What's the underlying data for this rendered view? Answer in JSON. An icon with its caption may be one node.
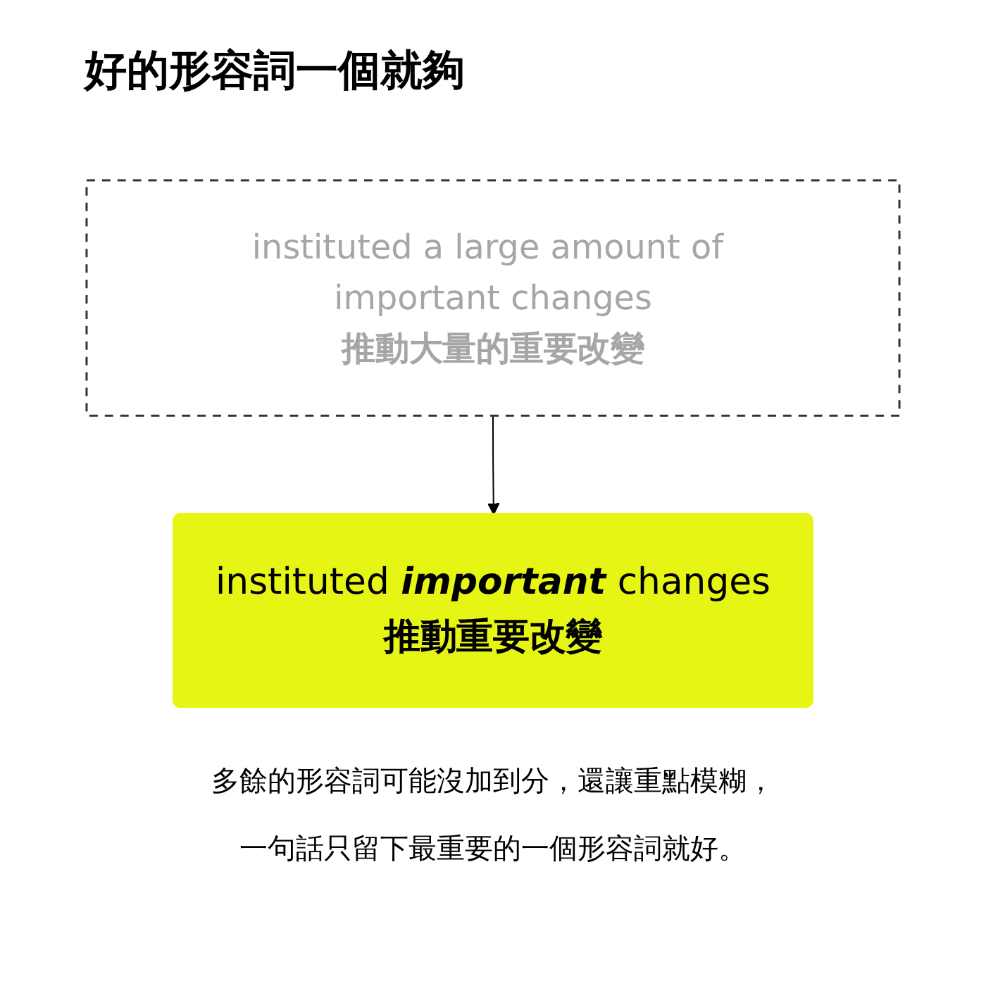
{
  "diagram": {
    "title": "好的形容詞一個就夠",
    "caption": "多餘的形容詞可能沒加到分，還讓重點模糊，一句話只留下最重要的一個形容詞就好。",
    "nodes": [
      {
        "text": [
          "instituted a large amount of important changes",
          "推動大量的重要改變"
        ]
      },
      {
        "text": [
          "instituted *important* changes",
          "推動重要改變"
        ]
      }
    ],
    "edges": [
      {
        "from": 0,
        "to": 1,
        "arrow": "to"
      }
    ]
  }
}
